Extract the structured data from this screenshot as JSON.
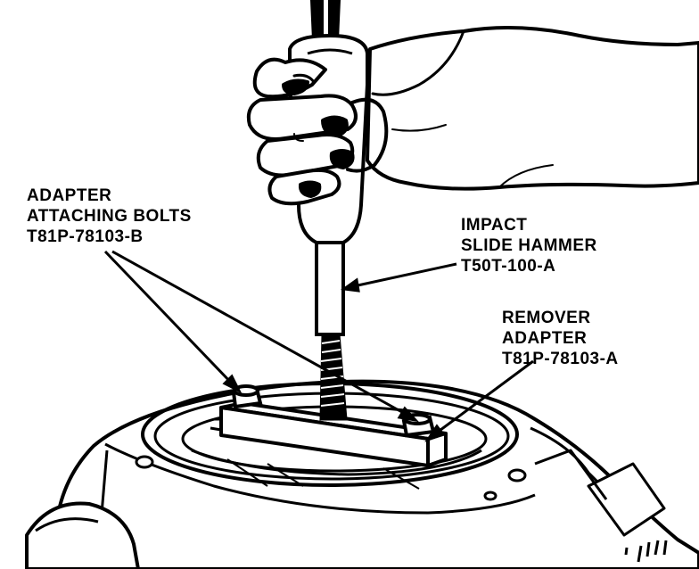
{
  "labels": {
    "bolts": {
      "line1": "ADAPTER",
      "line2": "ATTACHING BOLTS",
      "line3": "T81P-78103-B"
    },
    "hammer": {
      "line1": "IMPACT",
      "line2": "SLIDE HAMMER",
      "line3": "T50T-100-A"
    },
    "remover": {
      "line1": "REMOVER",
      "line2": "ADAPTER",
      "line3": "T81P-78103-A"
    }
  },
  "colors": {
    "ink": "#000000",
    "paper": "#ffffff"
  }
}
